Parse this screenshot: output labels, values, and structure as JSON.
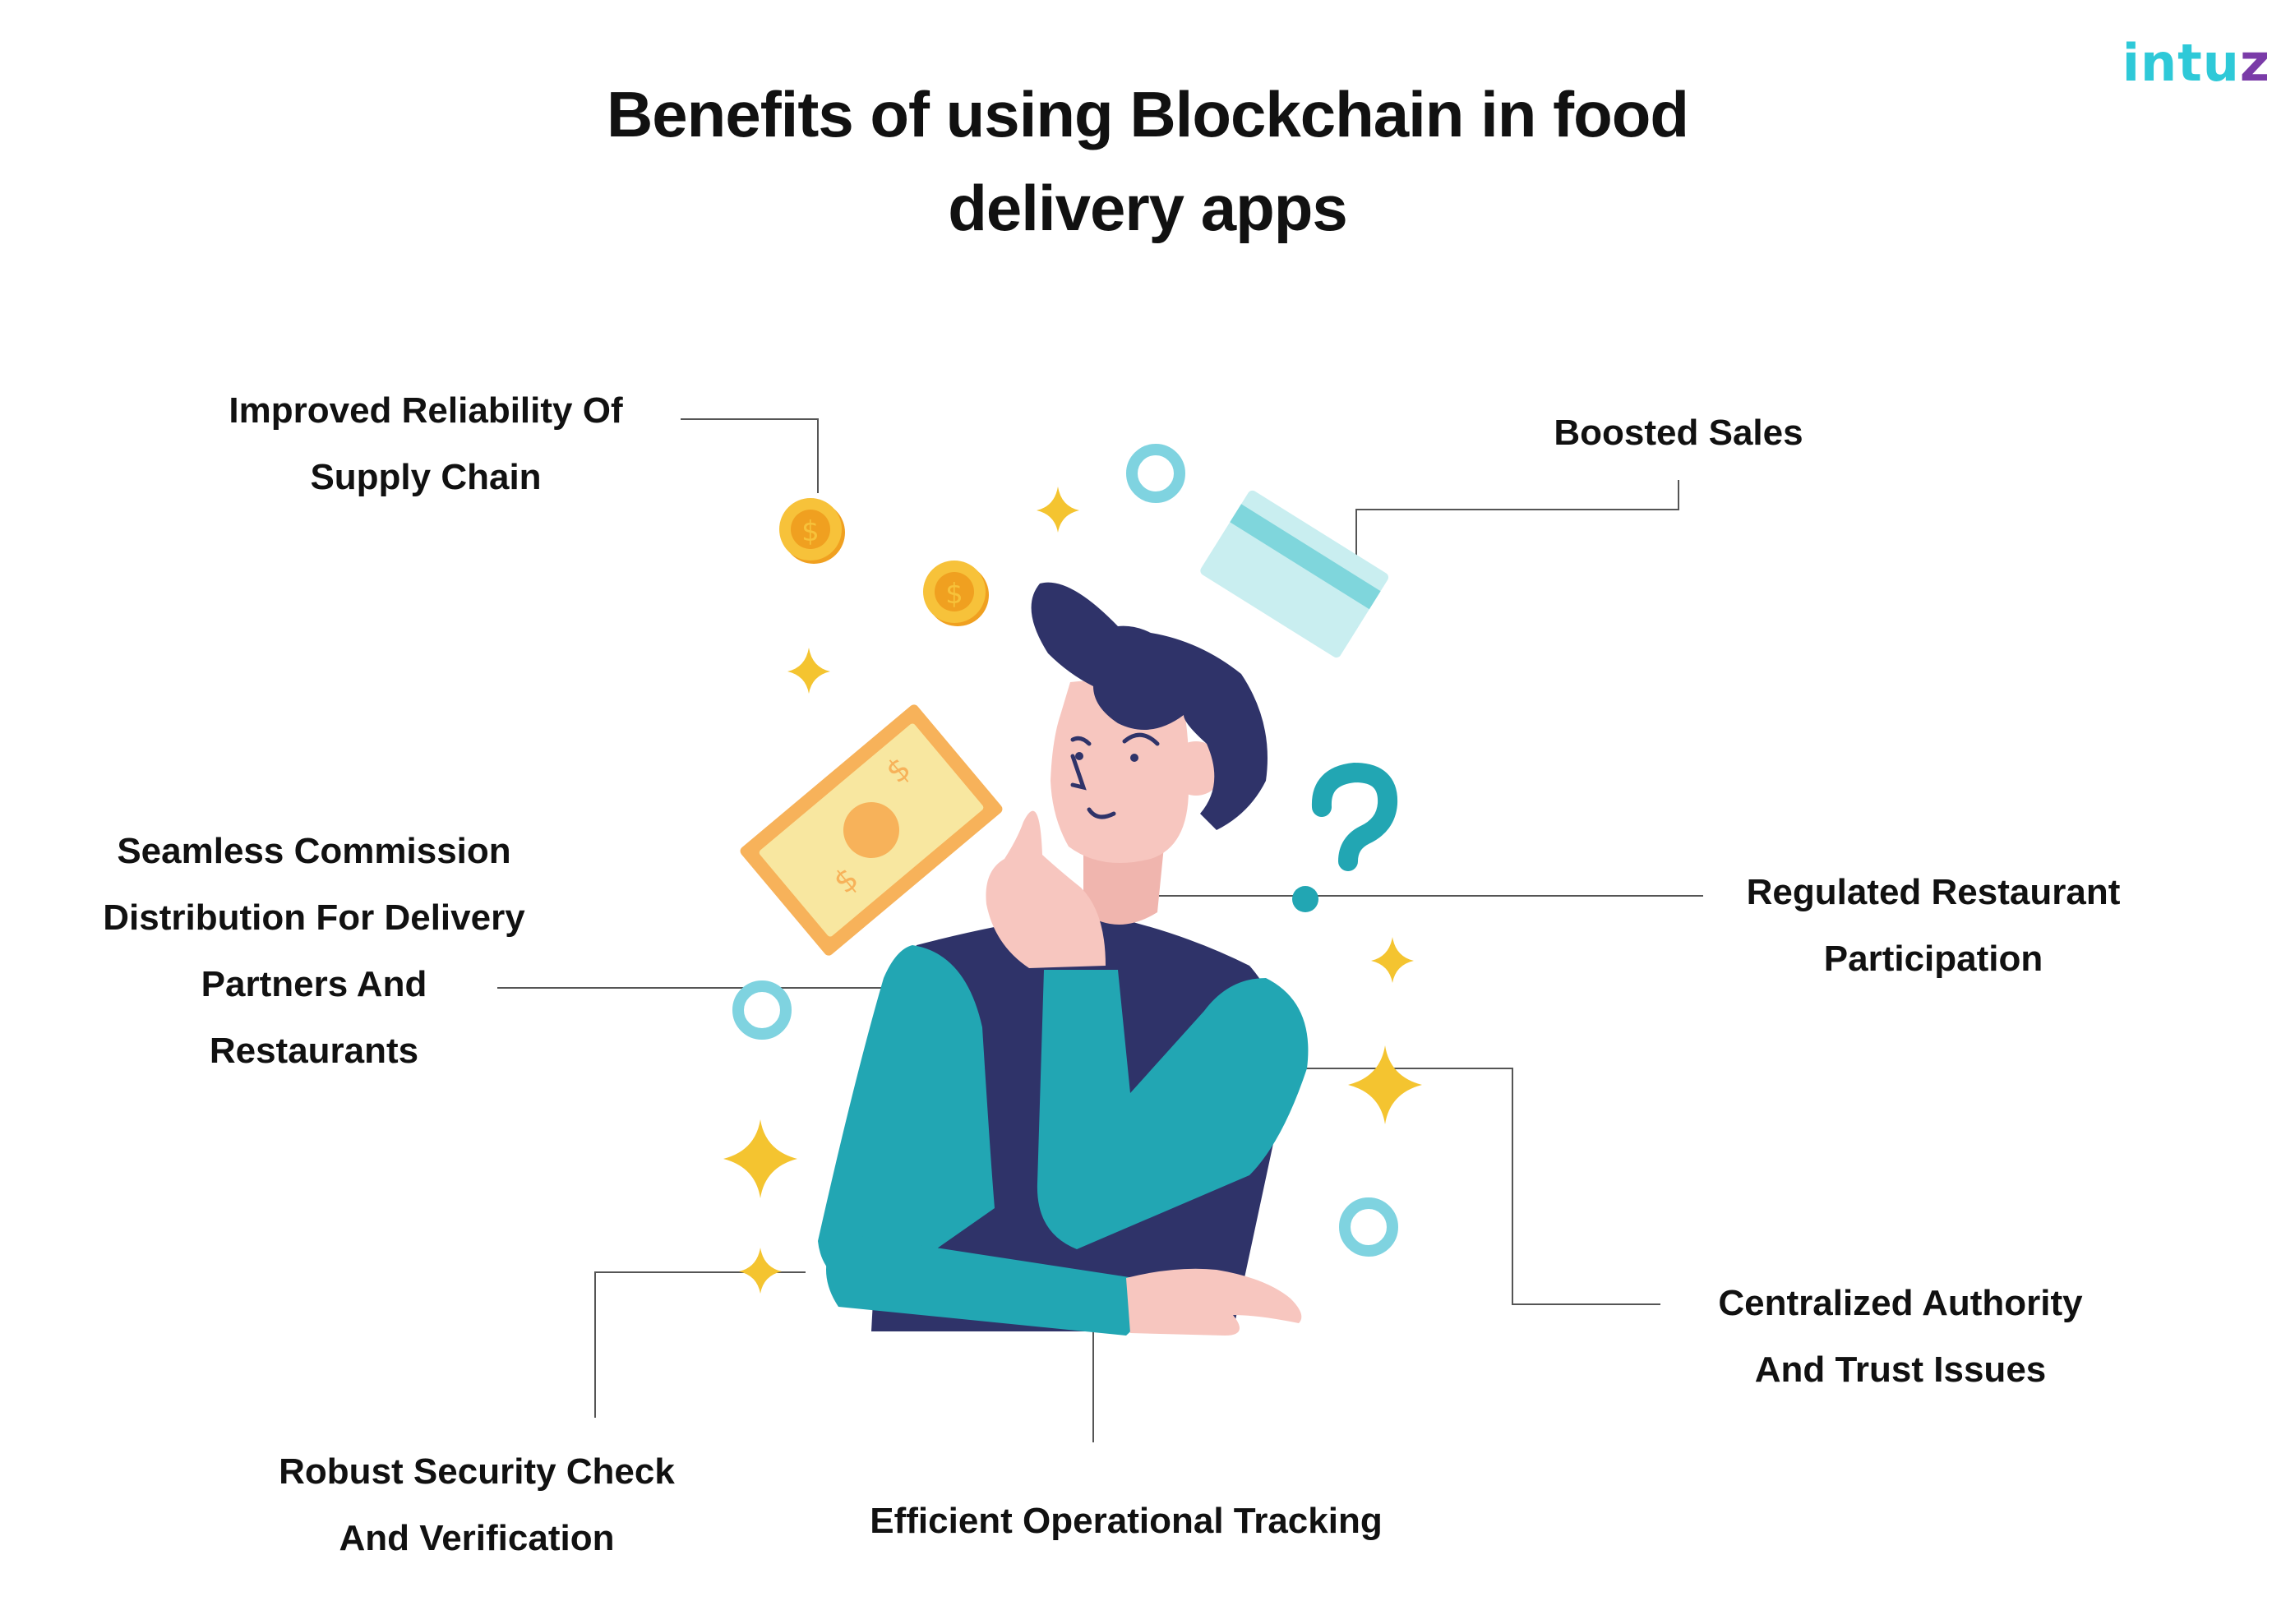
{
  "title": {
    "line1": "Benefits of using Blockchain in food",
    "line2": "delivery apps"
  },
  "brand": {
    "logo_main": "intu",
    "logo_accent": "z"
  },
  "benefits": [
    {
      "lines": [
        "Improved Reliability Of",
        "Supply Chain"
      ]
    },
    {
      "lines": [
        "Boosted Sales"
      ]
    },
    {
      "lines": [
        "Seamless Commission",
        "Distribution For Delivery",
        "Partners And",
        "Restaurants"
      ]
    },
    {
      "lines": [
        "Regulated Restaurant",
        "Participation"
      ]
    },
    {
      "lines": [
        "Centralized Authority",
        "And Trust Issues"
      ]
    },
    {
      "lines": [
        "Robust Security Check",
        "And Verification"
      ]
    },
    {
      "lines": [
        "Efficient Operational Tracking"
      ]
    }
  ],
  "icons": {
    "coin": "dollar-coin-icon",
    "banknote": "dollar-banknote-icon",
    "card": "credit-card-icon",
    "question": "question-mark-icon",
    "sparkle": "sparkle-icon",
    "ring": "ring-icon"
  },
  "coin_symbol": "$",
  "colors": {
    "teal": "#22a6b3",
    "navy": "#2f3369",
    "skin": "#f7c6bf",
    "gold": "#f4c430",
    "ring": "#7fd3e0",
    "connector": "#555555"
  }
}
